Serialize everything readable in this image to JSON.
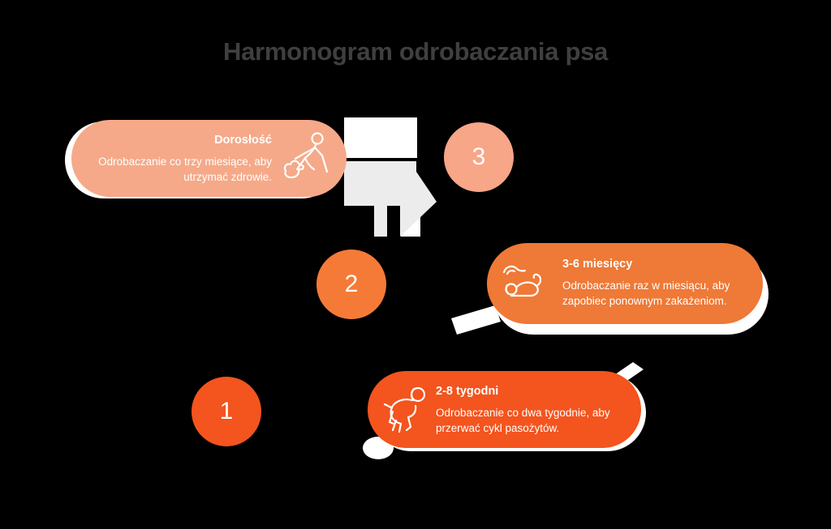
{
  "title": {
    "text": "Harmonogram odrobaczania psa",
    "color": "#3F3F41"
  },
  "colors": {
    "background": "#000000",
    "white": "#FFFFFF",
    "arrow_gray": "#ECECEC"
  },
  "steps": [
    {
      "number": "1",
      "heading": "2-8 tygodni",
      "body": "Odrobaczanie co dwa tygodnie, aby przerwać cykl pasożytów.",
      "card_color": "#F4541E",
      "circle_color": "#F4541E",
      "text_color": "#FFFFFF",
      "icon": "puppy-icon"
    },
    {
      "number": "2",
      "heading": "3-6 miesięcy",
      "body": "Odrobaczanie raz w miesiącu, aby zapobiec ponownym zakażeniom.",
      "card_color": "#EF7936",
      "circle_color": "#F57A38",
      "text_color": "#FFFFFF",
      "icon": "hand-petting-dog-icon"
    },
    {
      "number": "3",
      "heading": "Dorosłość",
      "body": "Odrobaczanie co trzy miesiące, aby utrzymać zdrowie.",
      "card_color": "#F5A988",
      "circle_color": "#F7A687",
      "text_color": "#FFFFFF",
      "icon": "person-walking-dog-icon"
    }
  ]
}
